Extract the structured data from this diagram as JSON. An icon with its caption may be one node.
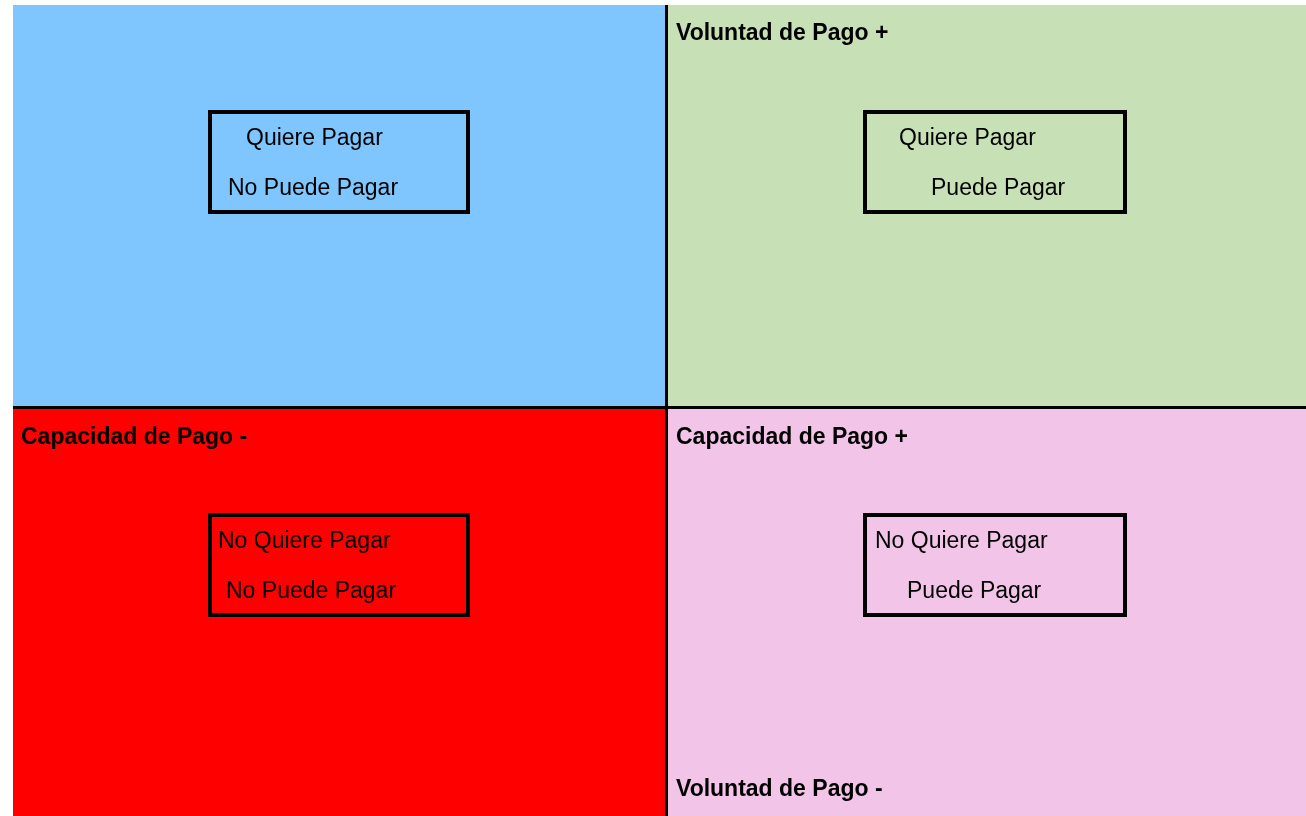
{
  "diagram": {
    "nodes": [
      {
        "text": [],
        "shape": "box"
      },
      {
        "text": [
          "Quiere Pagar",
          "No Puede Pagar"
        ],
        "in": 0
      },
      {
        "text": [
          "Voluntad de Pago +"
        ]
      },
      {
        "text": [
          "Quiere Pagar",
          "Puede Pagar"
        ],
        "in": 2
      },
      {
        "text": [
          "Capacidad de Pago -"
        ]
      },
      {
        "text": [
          "No Quiere Pagar",
          "No Puede Pagar"
        ],
        "in": 4
      },
      {
        "text": [
          "Capacidad de Pago +",
          "Voluntad de Pago -"
        ]
      },
      {
        "text": [
          "No Quiere Pagar",
          "Puede Pagar"
        ],
        "in": 6
      }
    ]
  }
}
